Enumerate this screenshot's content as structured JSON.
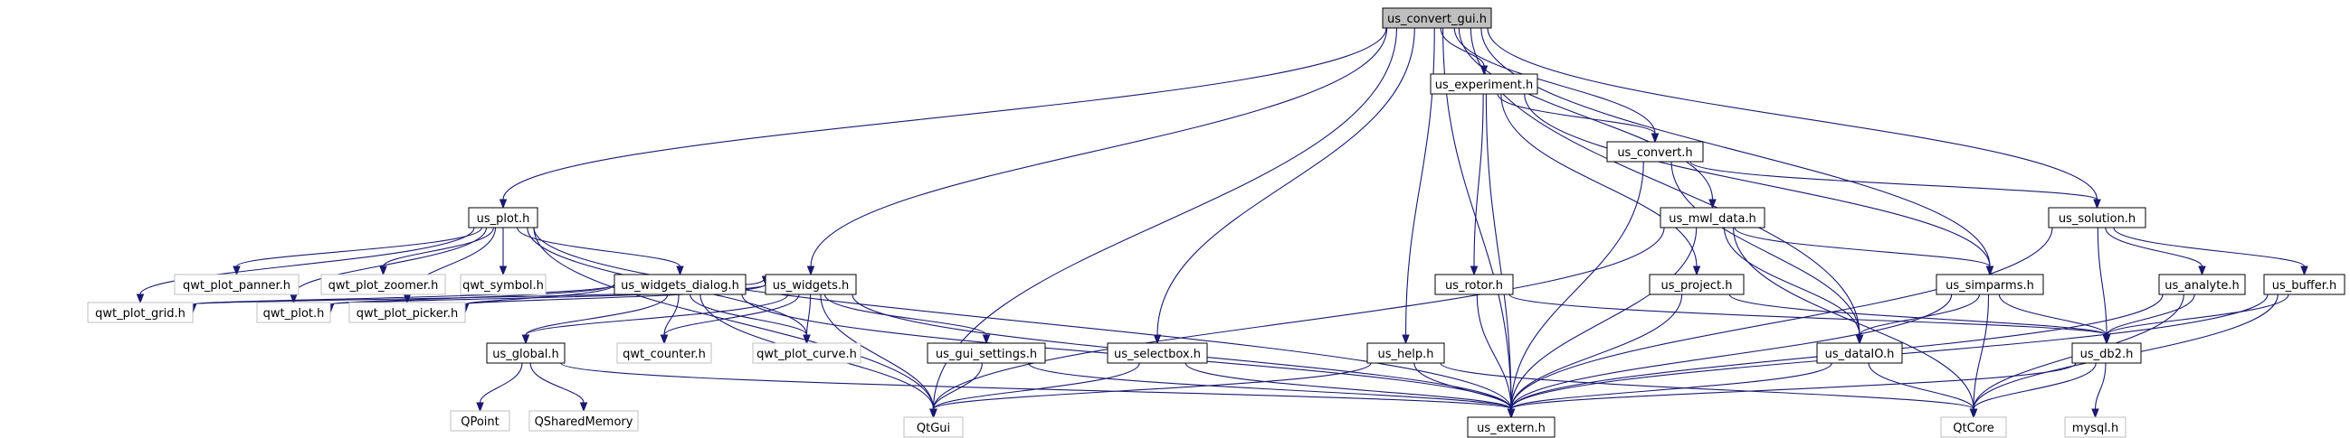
{
  "diagram": {
    "root": "us_convert_gui.h",
    "colors": {
      "edge": "#191970",
      "root_fill": "#bfbfbf",
      "node_border": "#000000",
      "external_border": "#bfbfbf"
    },
    "nodes": [
      {
        "id": "n_convert_gui",
        "label": "us_convert_gui.h",
        "kind": "root"
      },
      {
        "id": "n_experiment",
        "label": "us_experiment.h",
        "kind": "internal"
      },
      {
        "id": "n_convert",
        "label": "us_convert.h",
        "kind": "internal"
      },
      {
        "id": "n_plot",
        "label": "us_plot.h",
        "kind": "internal"
      },
      {
        "id": "n_solution",
        "label": "us_solution.h",
        "kind": "internal"
      },
      {
        "id": "n_mwl_data",
        "label": "us_mwl_data.h",
        "kind": "internal"
      },
      {
        "id": "n_panner",
        "label": "qwt_plot_panner.h",
        "kind": "external"
      },
      {
        "id": "n_zoomer",
        "label": "qwt_plot_zoomer.h",
        "kind": "external"
      },
      {
        "id": "n_symbol",
        "label": "qwt_symbol.h",
        "kind": "external"
      },
      {
        "id": "n_widgets_dialog",
        "label": "us_widgets_dialog.h",
        "kind": "internal"
      },
      {
        "id": "n_widgets",
        "label": "us_widgets.h",
        "kind": "internal"
      },
      {
        "id": "n_rotor",
        "label": "us_rotor.h",
        "kind": "internal"
      },
      {
        "id": "n_project",
        "label": "us_project.h",
        "kind": "internal"
      },
      {
        "id": "n_simparms",
        "label": "us_simparms.h",
        "kind": "internal"
      },
      {
        "id": "n_analyte",
        "label": "us_analyte.h",
        "kind": "internal"
      },
      {
        "id": "n_buffer",
        "label": "us_buffer.h",
        "kind": "internal"
      },
      {
        "id": "n_grid",
        "label": "qwt_plot_grid.h",
        "kind": "external"
      },
      {
        "id": "n_qwt_plot",
        "label": "qwt_plot.h",
        "kind": "external"
      },
      {
        "id": "n_picker",
        "label": "qwt_plot_picker.h",
        "kind": "external"
      },
      {
        "id": "n_global",
        "label": "us_global.h",
        "kind": "internal"
      },
      {
        "id": "n_counter",
        "label": "qwt_counter.h",
        "kind": "external"
      },
      {
        "id": "n_curve",
        "label": "qwt_plot_curve.h",
        "kind": "external"
      },
      {
        "id": "n_gui_settings",
        "label": "us_gui_settings.h",
        "kind": "internal"
      },
      {
        "id": "n_selectbox",
        "label": "us_selectbox.h",
        "kind": "internal"
      },
      {
        "id": "n_help",
        "label": "us_help.h",
        "kind": "internal"
      },
      {
        "id": "n_dataio",
        "label": "us_dataIO.h",
        "kind": "internal"
      },
      {
        "id": "n_db2",
        "label": "us_db2.h",
        "kind": "internal"
      },
      {
        "id": "n_qpoint",
        "label": "QPoint",
        "kind": "external"
      },
      {
        "id": "n_qshared",
        "label": "QSharedMemory",
        "kind": "external"
      },
      {
        "id": "n_qtgui",
        "label": "QtGui",
        "kind": "external"
      },
      {
        "id": "n_extern",
        "label": "us_extern.h",
        "kind": "internal"
      },
      {
        "id": "n_qtcore",
        "label": "QtCore",
        "kind": "external"
      },
      {
        "id": "n_mysql",
        "label": "mysql.h",
        "kind": "external"
      }
    ],
    "edges": [
      [
        "n_convert_gui",
        "n_experiment"
      ],
      [
        "n_convert_gui",
        "n_convert"
      ],
      [
        "n_convert_gui",
        "n_plot"
      ],
      [
        "n_convert_gui",
        "n_solution"
      ],
      [
        "n_convert_gui",
        "n_mwl_data"
      ],
      [
        "n_convert_gui",
        "n_widgets"
      ],
      [
        "n_convert_gui",
        "n_selectbox"
      ],
      [
        "n_convert_gui",
        "n_help"
      ],
      [
        "n_convert_gui",
        "n_simparms"
      ],
      [
        "n_convert_gui",
        "n_dataio"
      ],
      [
        "n_convert_gui",
        "n_qtgui"
      ],
      [
        "n_convert_gui",
        "n_extern"
      ],
      [
        "n_experiment",
        "n_convert"
      ],
      [
        "n_experiment",
        "n_rotor"
      ],
      [
        "n_experiment",
        "n_project"
      ],
      [
        "n_experiment",
        "n_simparms"
      ],
      [
        "n_experiment",
        "n_extern"
      ],
      [
        "n_convert",
        "n_solution"
      ],
      [
        "n_convert",
        "n_dataio"
      ],
      [
        "n_convert",
        "n_extern"
      ],
      [
        "n_plot",
        "n_panner"
      ],
      [
        "n_plot",
        "n_zoomer"
      ],
      [
        "n_plot",
        "n_symbol"
      ],
      [
        "n_plot",
        "n_widgets_dialog"
      ],
      [
        "n_plot",
        "n_grid"
      ],
      [
        "n_plot",
        "n_qwt_plot"
      ],
      [
        "n_plot",
        "n_picker"
      ],
      [
        "n_plot",
        "n_curve"
      ],
      [
        "n_plot",
        "n_qtgui"
      ],
      [
        "n_plot",
        "n_extern"
      ],
      [
        "n_widgets_dialog",
        "n_widgets"
      ],
      [
        "n_widgets_dialog",
        "n_grid"
      ],
      [
        "n_widgets_dialog",
        "n_qwt_plot"
      ],
      [
        "n_widgets_dialog",
        "n_picker"
      ],
      [
        "n_widgets_dialog",
        "n_global"
      ],
      [
        "n_widgets_dialog",
        "n_counter"
      ],
      [
        "n_widgets_dialog",
        "n_curve"
      ],
      [
        "n_widgets_dialog",
        "n_qtgui"
      ],
      [
        "n_widgets_dialog",
        "n_extern"
      ],
      [
        "n_widgets",
        "n_grid"
      ],
      [
        "n_widgets",
        "n_qwt_plot"
      ],
      [
        "n_widgets",
        "n_picker"
      ],
      [
        "n_widgets",
        "n_global"
      ],
      [
        "n_widgets",
        "n_counter"
      ],
      [
        "n_widgets",
        "n_curve"
      ],
      [
        "n_widgets",
        "n_gui_settings"
      ],
      [
        "n_widgets",
        "n_qtgui"
      ],
      [
        "n_widgets",
        "n_extern"
      ],
      [
        "n_global",
        "n_qpoint"
      ],
      [
        "n_global",
        "n_qshared"
      ],
      [
        "n_global",
        "n_extern"
      ],
      [
        "n_gui_settings",
        "n_qtgui"
      ],
      [
        "n_gui_settings",
        "n_extern"
      ],
      [
        "n_selectbox",
        "n_qtgui"
      ],
      [
        "n_selectbox",
        "n_extern"
      ],
      [
        "n_help",
        "n_qtgui"
      ],
      [
        "n_help",
        "n_extern"
      ],
      [
        "n_help",
        "n_qtcore"
      ],
      [
        "n_mwl_data",
        "n_simparms"
      ],
      [
        "n_mwl_data",
        "n_dataio"
      ],
      [
        "n_mwl_data",
        "n_qtgui"
      ],
      [
        "n_mwl_data",
        "n_extern"
      ],
      [
        "n_mwl_data",
        "n_qtcore"
      ],
      [
        "n_rotor",
        "n_db2"
      ],
      [
        "n_rotor",
        "n_extern"
      ],
      [
        "n_project",
        "n_db2"
      ],
      [
        "n_project",
        "n_extern"
      ],
      [
        "n_simparms",
        "n_dataio"
      ],
      [
        "n_simparms",
        "n_db2"
      ],
      [
        "n_simparms",
        "n_extern"
      ],
      [
        "n_simparms",
        "n_qtcore"
      ],
      [
        "n_solution",
        "n_analyte"
      ],
      [
        "n_solution",
        "n_buffer"
      ],
      [
        "n_solution",
        "n_db2"
      ],
      [
        "n_solution",
        "n_extern"
      ],
      [
        "n_analyte",
        "n_db2"
      ],
      [
        "n_analyte",
        "n_extern"
      ],
      [
        "n_analyte",
        "n_qtcore"
      ],
      [
        "n_buffer",
        "n_db2"
      ],
      [
        "n_buffer",
        "n_extern"
      ],
      [
        "n_buffer",
        "n_qtcore"
      ],
      [
        "n_dataio",
        "n_extern"
      ],
      [
        "n_dataio",
        "n_qtcore"
      ],
      [
        "n_db2",
        "n_extern"
      ],
      [
        "n_db2",
        "n_qtcore"
      ],
      [
        "n_db2",
        "n_mysql"
      ]
    ]
  }
}
